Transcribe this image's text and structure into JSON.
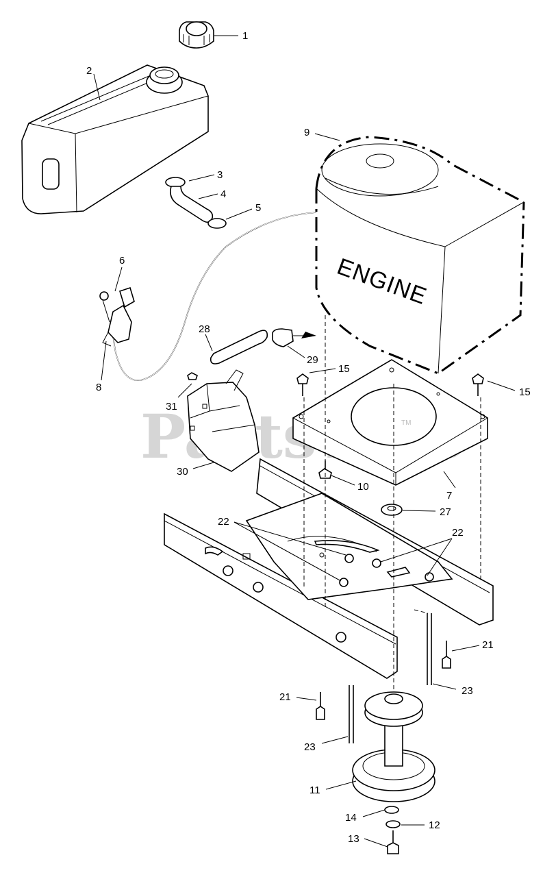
{
  "diagram": {
    "watermark": "PartsTree",
    "engine_label": "ENGINE",
    "trademark": "TM",
    "callouts": {
      "c1": "1",
      "c2": "2",
      "c3": "3",
      "c4": "4",
      "c5": "5",
      "c6": "6",
      "c7": "7",
      "c8": "8",
      "c9": "9",
      "c10": "10",
      "c11": "11",
      "c12": "12",
      "c13": "13",
      "c14": "14",
      "c15a": "15",
      "c15b": "15",
      "c21a": "21",
      "c21b": "21",
      "c22a": "22",
      "c22b": "22",
      "c23a": "23",
      "c23b": "23",
      "c27": "27",
      "c28": "28",
      "c29": "29",
      "c30": "30",
      "c31": "31"
    }
  }
}
